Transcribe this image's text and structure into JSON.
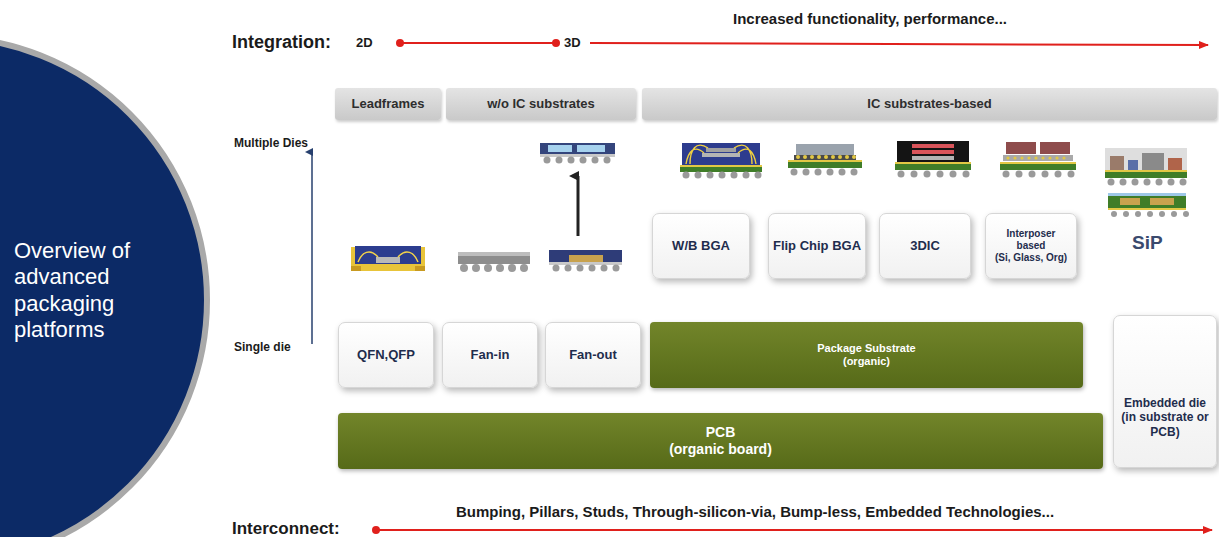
{
  "diagram": {
    "nodes": [
      {
        "text": [
          "Overview of advanced packaging platforms"
        ]
      },
      {
        "text": [
          "Leadframes"
        ]
      },
      {
        "text": [
          "w/o IC substrates"
        ]
      },
      {
        "text": [
          "IC substrates-based"
        ]
      },
      {
        "text": [
          "W/B BGA"
        ]
      },
      {
        "text": [
          "Flip Chip BGA"
        ]
      },
      {
        "text": [
          "3DIC"
        ]
      },
      {
        "text": [
          "Interposer based",
          "(Si, Glass, Org)"
        ]
      },
      {
        "text": [
          "QFN,QFP"
        ]
      },
      {
        "text": [
          "Fan-in"
        ]
      },
      {
        "text": [
          "Fan-out"
        ]
      },
      {
        "text": [
          "Package Substrate",
          "(organic)"
        ]
      },
      {
        "text": [
          "Embedded die",
          "(in substrate or PCB)"
        ]
      },
      {
        "text": [
          "PCB",
          "(organic board)"
        ]
      }
    ],
    "labels": [
      "Increased functionality, performance...",
      "Integration:",
      "2D",
      "3D",
      "Multiple Dies",
      "SiP",
      "Single die",
      "Bumping, Pillars, Studs, Through-silicon-via, Bump-less, Embedded Technologies...",
      "Interconnect:"
    ]
  }
}
